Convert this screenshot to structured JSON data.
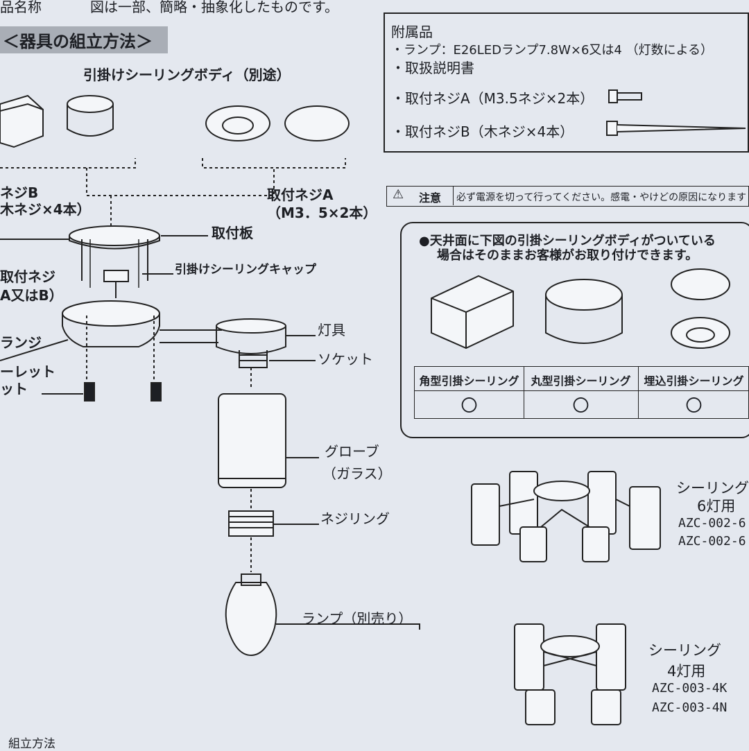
{
  "header": {
    "product_name_label": "品名称",
    "note": "図は一部、簡略・抽象化したものです。",
    "section_title": "＜器具の組立方法＞"
  },
  "left_diagram": {
    "ceiling_body_title": "引掛けシーリングボディ（別途）",
    "screw_b_line1": "ネジB",
    "screw_b_line2": "木ネジ×4本）",
    "screw_a_line1": "取付ネジA",
    "screw_a_line2": "（M3．5×2本）",
    "mount_plate": "取付板",
    "mount_screw_line1": "取付ネジ",
    "mount_screw_line2": "A又はB）",
    "ceiling_cap": "引掛けシーリングキャップ",
    "flange": "ランジ",
    "fixture": "灯具",
    "socket": "ソケット",
    "cap_nut_line1": "ーレット",
    "cap_nut_line2": "ット",
    "globe_line1": "グローブ",
    "globe_line2": "（ガラス）",
    "screw_ring": "ネジリング",
    "lamp": "ランプ（別売り）",
    "footer": "組立方法"
  },
  "accessories": {
    "title": "附属品",
    "lamp": "・ランプ：E26LEDランプ7.8W×6又は4 （灯数による）",
    "manual": "・取扱説明書",
    "screw_a": "・取付ネジA（M3.5ネジ×2本）",
    "screw_b": "・取付ネジB（木ネジ×4本）"
  },
  "caution": {
    "label": "注意",
    "text": "必ず電源を切って行ってください。感電・やけどの原因になります"
  },
  "ceiling_types": {
    "note_line1": "●天井面に下図の引掛シーリングボディがついている",
    "note_line2": "場合はそのままお客様がお取り付けできます。",
    "headers": [
      "角型引掛シーリング",
      "丸型引掛シーリング",
      "埋込引掛シーリング"
    ],
    "marks": [
      "〇",
      "〇",
      "〇"
    ]
  },
  "models": {
    "six_title": "シーリング",
    "six_sub": "6灯用",
    "six_code1": "AZC-002-6",
    "six_code2": "AZC-002-6",
    "four_title": "シーリング",
    "four_sub": "4灯用",
    "four_code1": "AZC-003-4K",
    "four_code2": "AZC-003-4N"
  },
  "colors": {
    "paper": "#e4e8ef",
    "ink": "#1d1f24",
    "section_bg": "#a9aeb6"
  }
}
